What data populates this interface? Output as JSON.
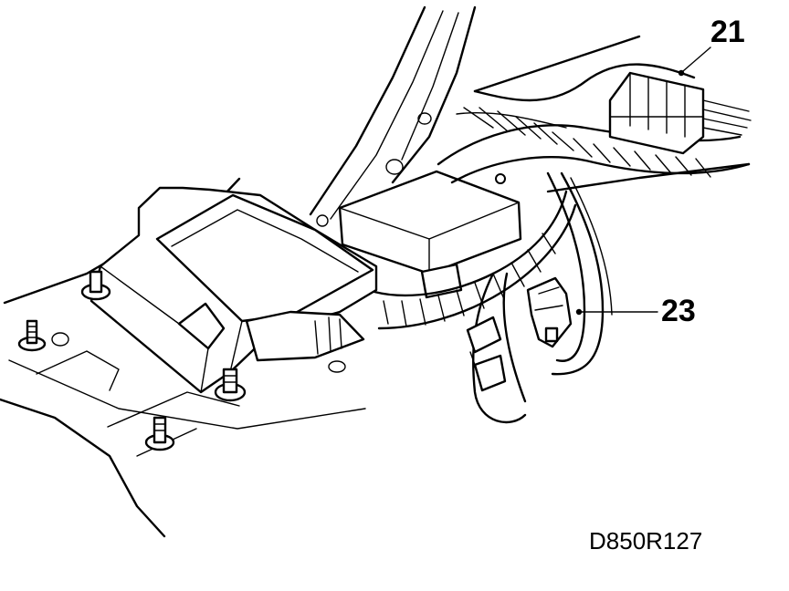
{
  "callouts": [
    {
      "id": "21",
      "label": "21"
    },
    {
      "id": "23",
      "label": "23"
    }
  ],
  "reference_code": "D850R127",
  "colors": {
    "line": "#000000",
    "background": "#ffffff"
  }
}
